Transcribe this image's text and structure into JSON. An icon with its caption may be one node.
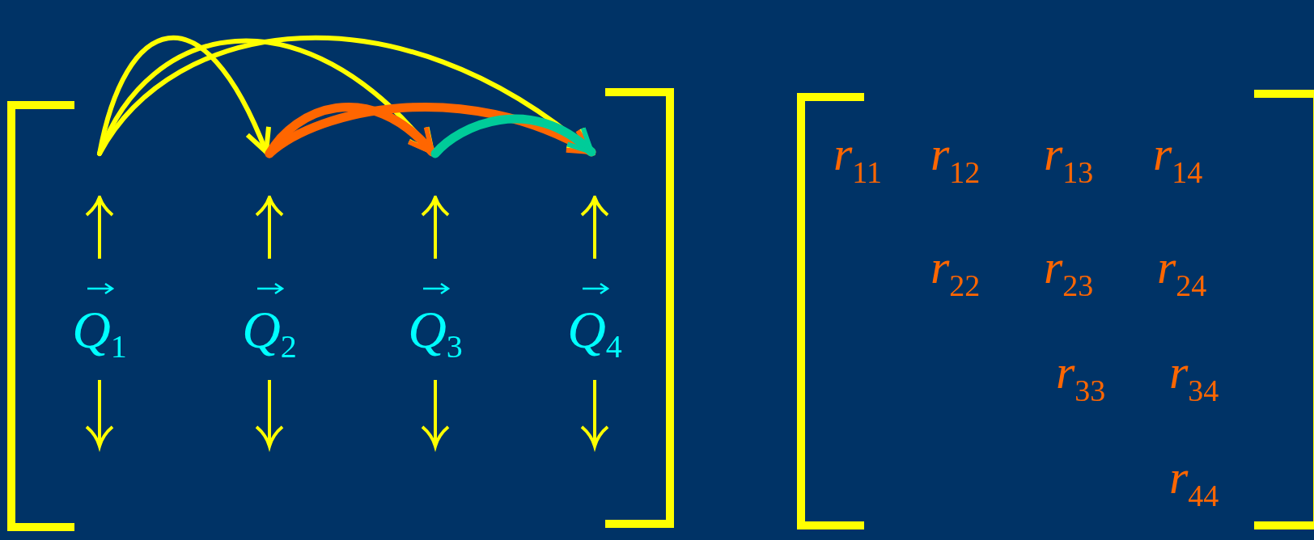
{
  "diagram": {
    "nodes": [
      {
        "text": [
          "Q$_{1}$"
        ]
      },
      {
        "text": [
          "Q$_{2}$"
        ]
      },
      {
        "text": [
          "Q$_{3}$"
        ]
      },
      {
        "text": [
          "Q$_{4}$"
        ]
      }
    ],
    "edges": [
      {
        "from": 0,
        "to": 1,
        "arrow": "to"
      },
      {
        "from": 0,
        "to": 2,
        "arrow": "to"
      },
      {
        "from": 0,
        "to": 3,
        "arrow": "to"
      },
      {
        "from": 1,
        "to": 2,
        "arrow": "to",
        "style": "thick",
        "color": "#ff6600"
      },
      {
        "from": 1,
        "to": 3,
        "arrow": "to",
        "style": "thick",
        "color": "#ff6600"
      },
      {
        "from": 2,
        "to": 3,
        "arrow": "to",
        "style": "thick",
        "color": "#00cc99"
      }
    ],
    "labels": [
      "r$_{11}$",
      "r$_{12}$",
      "r$_{13}$",
      "r$_{14}$",
      "r$_{22}$",
      "r$_{23}$",
      "r$_{24}$",
      "r$_{33}$",
      "r$_{34}$",
      "r$_{44}$"
    ]
  }
}
